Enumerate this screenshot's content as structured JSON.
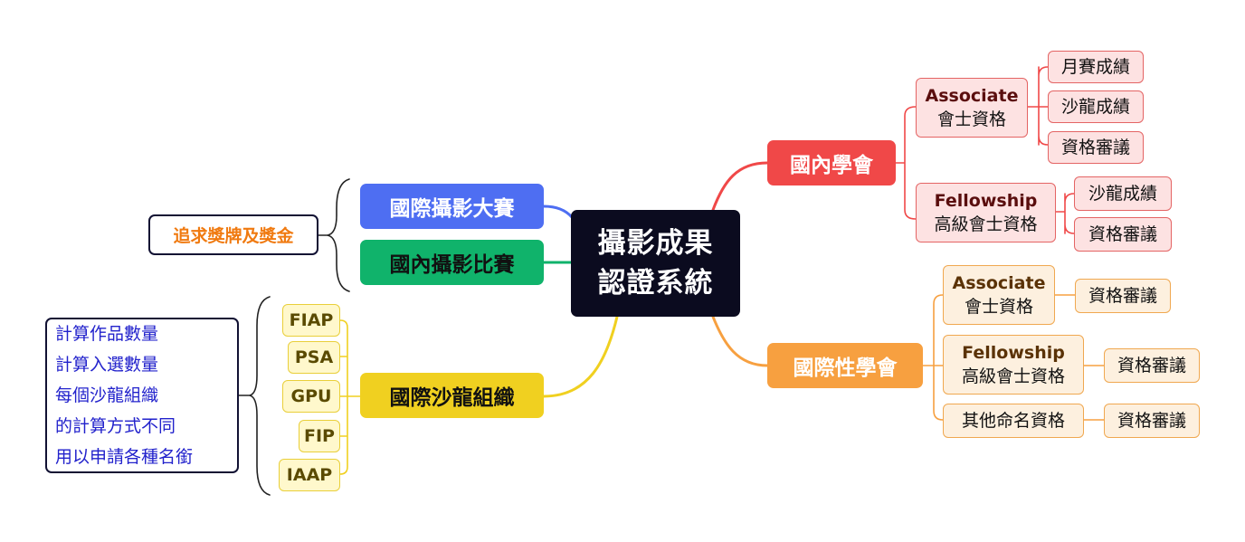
{
  "center": {
    "line1": "攝影成果",
    "line2": "認證系統"
  },
  "branches": {
    "intl_contest": {
      "label": "國際攝影大賽",
      "color": "#4e6ef2"
    },
    "domestic_contest": {
      "label": "國內攝影比賽",
      "color": "#10b36b"
    },
    "salon_org": {
      "label": "國際沙龍組織",
      "color": "#f0d020"
    },
    "domestic_society": {
      "label": "國內學會",
      "color": "#f04848"
    },
    "intl_society": {
      "label": "國際性學會",
      "color": "#f7a040"
    }
  },
  "domestic_society": {
    "associate": {
      "en": "Associate",
      "zh": "會士資格",
      "children": [
        "月賽成績",
        "沙龍成績",
        "資格審議"
      ]
    },
    "fellowship": {
      "en": "Fellowship",
      "zh": "高級會士資格",
      "children": [
        "沙龍成績",
        "資格審議"
      ]
    }
  },
  "intl_society": {
    "associate": {
      "en": "Associate",
      "zh": "會士資格",
      "child": "資格審議"
    },
    "fellowship": {
      "en": "Fellowship",
      "zh": "高級會士資格",
      "child": "資格審議"
    },
    "other": {
      "zh": "其他命名資格",
      "child": "資格審議"
    }
  },
  "salon_orgs": [
    "FIAP",
    "PSA",
    "GPU",
    "FIP",
    "IAAP"
  ],
  "contest_note": "追求獎牌及獎金",
  "salon_note": [
    "計算作品數量",
    "計算入選數量",
    "每個沙龍組織",
    "的計算方式不同",
    "用以申請各種名銜"
  ]
}
